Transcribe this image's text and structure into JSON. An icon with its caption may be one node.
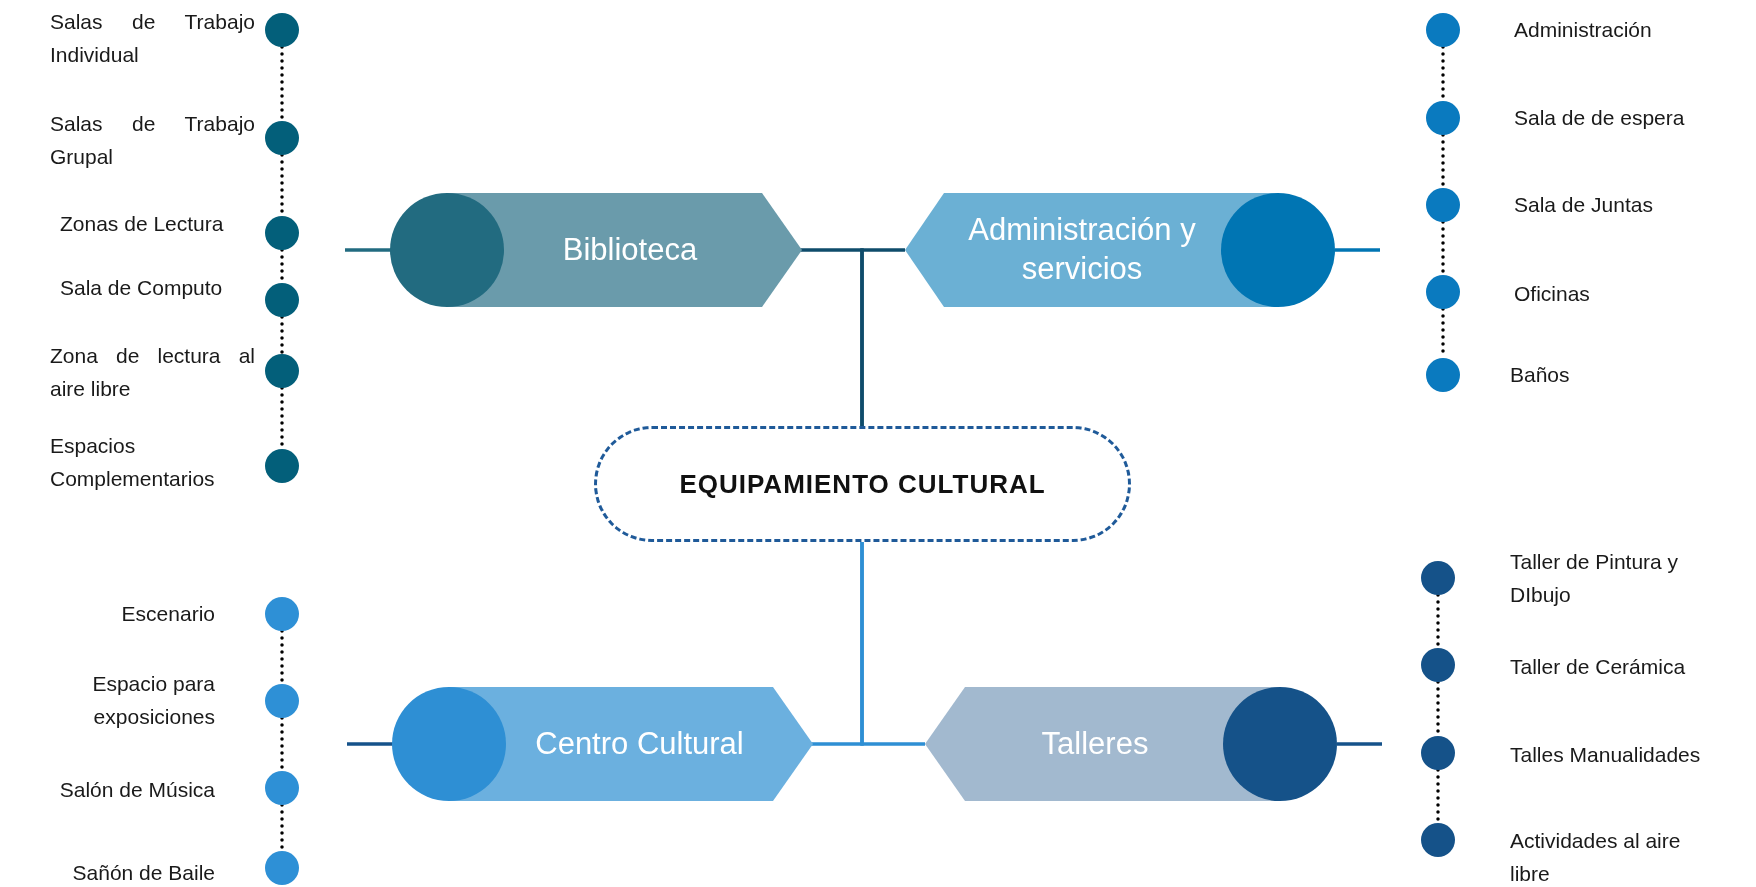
{
  "diagram": {
    "nodes": [
      {
        "text": [
          "EQUIPAMIENTO CULTURAL"
        ]
      },
      {
        "text": [
          "Biblioteca"
        ]
      },
      {
        "text": [
          "Administración y servicios"
        ]
      },
      {
        "text": [
          "Centro Cultural"
        ]
      },
      {
        "text": [
          "Talleres"
        ]
      },
      {
        "text": [],
        "shape": "circle",
        "beside": [
          "Salas de Trabajo Individual"
        ]
      },
      {
        "text": [],
        "shape": "circle",
        "beside": [
          "Salas de Trabajo Grupal"
        ]
      },
      {
        "text": [],
        "shape": "circle",
        "beside": [
          "Zonas de Lectura"
        ]
      },
      {
        "text": [],
        "shape": "circle",
        "beside": [
          "Sala de Computo"
        ]
      },
      {
        "text": [],
        "shape": "circle",
        "beside": [
          "Zona de lectura al aire libre"
        ]
      },
      {
        "text": [],
        "shape": "circle",
        "beside": [
          "Espacios Complementarios"
        ]
      },
      {
        "text": [],
        "shape": "circle",
        "beside": [
          "Administración"
        ]
      },
      {
        "text": [],
        "shape": "circle",
        "beside": [
          "Sala de de espera"
        ]
      },
      {
        "text": [],
        "shape": "circle",
        "beside": [
          "Sala de Juntas"
        ]
      },
      {
        "text": [],
        "shape": "circle",
        "beside": [
          "Oficinas"
        ]
      },
      {
        "text": [],
        "shape": "circle",
        "beside": [
          "Baños"
        ]
      },
      {
        "text": [],
        "shape": "circle",
        "beside": [
          "Escenario"
        ]
      },
      {
        "text": [],
        "shape": "circle",
        "beside": [
          "Espacio para exposiciones"
        ]
      },
      {
        "text": [],
        "shape": "circle",
        "beside": [
          "Salón de Música"
        ]
      },
      {
        "text": [],
        "shape": "circle",
        "beside": [
          "Sañón de Baile"
        ]
      },
      {
        "text": [],
        "shape": "circle",
        "beside": [
          "Taller de Pintura y DIbujo"
        ]
      },
      {
        "text": [],
        "shape": "circle",
        "beside": [
          "Taller de Cerámica"
        ]
      },
      {
        "text": [],
        "shape": "circle",
        "beside": [
          "Talles Manualidades"
        ]
      },
      {
        "text": [],
        "shape": "circle",
        "beside": [
          "Actividades al aire libre"
        ]
      }
    ],
    "edges": [
      {
        "from": 0,
        "to": 1,
        "arrow": "none",
        "color": "#0f4c6b"
      },
      {
        "from": 0,
        "to": 2,
        "arrow": "none",
        "color": "#0f4c6b"
      },
      {
        "from": 0,
        "to": 3,
        "arrow": "none",
        "color": "#2e8fd4"
      },
      {
        "from": 0,
        "to": 4,
        "arrow": "none",
        "color": "#2e8fd4"
      },
      {
        "from": 1,
        "to": null,
        "arrow": "none",
        "color": "#226b80"
      },
      {
        "from": 2,
        "to": null,
        "arrow": "none",
        "color": "#0075b3"
      },
      {
        "from": 3,
        "to": null,
        "arrow": "none",
        "color": "#15528a"
      },
      {
        "from": 4,
        "to": null,
        "arrow": "none",
        "color": "#15528a"
      },
      {
        "from": 5,
        "to": 6,
        "arrow": "none",
        "style": "dashed"
      },
      {
        "from": 6,
        "to": 7,
        "arrow": "none",
        "style": "dashed"
      },
      {
        "from": 7,
        "to": 8,
        "arrow": "none",
        "style": "dashed"
      },
      {
        "from": 8,
        "to": 9,
        "arrow": "none",
        "style": "dashed"
      },
      {
        "from": 9,
        "to": 10,
        "arrow": "none",
        "style": "dashed"
      },
      {
        "from": 11,
        "to": 12,
        "arrow": "none",
        "style": "dashed"
      },
      {
        "from": 12,
        "to": 13,
        "arrow": "none",
        "style": "dashed"
      },
      {
        "from": 13,
        "to": 14,
        "arrow": "none",
        "style": "dashed"
      },
      {
        "from": 14,
        "to": 15,
        "arrow": "none",
        "style": "dashed"
      },
      {
        "from": 16,
        "to": 17,
        "arrow": "none",
        "style": "dashed"
      },
      {
        "from": 17,
        "to": 18,
        "arrow": "none",
        "style": "dashed"
      },
      {
        "from": 18,
        "to": 19,
        "arrow": "none",
        "style": "dashed"
      },
      {
        "from": 20,
        "to": 21,
        "arrow": "none",
        "style": "dashed"
      },
      {
        "from": 21,
        "to": 22,
        "arrow": "none",
        "style": "dashed"
      },
      {
        "from": 22,
        "to": 23,
        "arrow": "none",
        "style": "dashed"
      }
    ]
  }
}
